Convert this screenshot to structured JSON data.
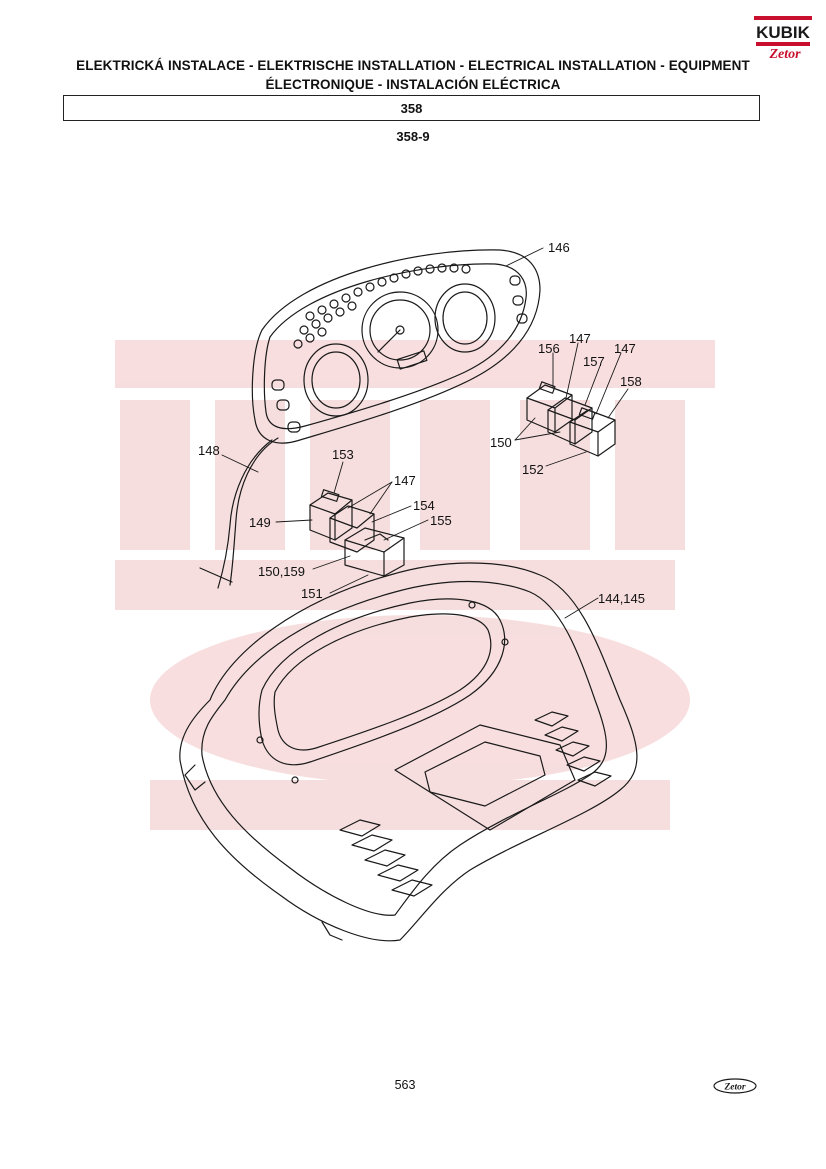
{
  "header": {
    "brand_logo_text": "KUBIK",
    "brand_logo_subtext": "Zetor",
    "title_line1": "ELEKTRICKÁ INSTALACE - ELEKTRISCHE INSTALLATION - ELECTRICAL INSTALLATION - EQUIPMENT",
    "title_line2": "ÉLECTRONIQUE - INSTALACIÓN ELÉCTRICA",
    "section": "358",
    "subsection": "358-9"
  },
  "callouts": {
    "c146": "146",
    "c147a": "147",
    "c147b": "147",
    "c147c": "147",
    "c148": "148",
    "c149": "149",
    "c150": "150",
    "c150_159": "150,159",
    "c151": "151",
    "c152": "152",
    "c153": "153",
    "c154": "154",
    "c155": "155",
    "c156": "156",
    "c157": "157",
    "c158": "158",
    "c144_145": "144,145"
  },
  "footer": {
    "page_number": "563",
    "logo_text": "Zetor"
  },
  "colors": {
    "logo_red": "#c8102e",
    "watermark": "#f6d6d6",
    "line": "#1a1a1a"
  }
}
